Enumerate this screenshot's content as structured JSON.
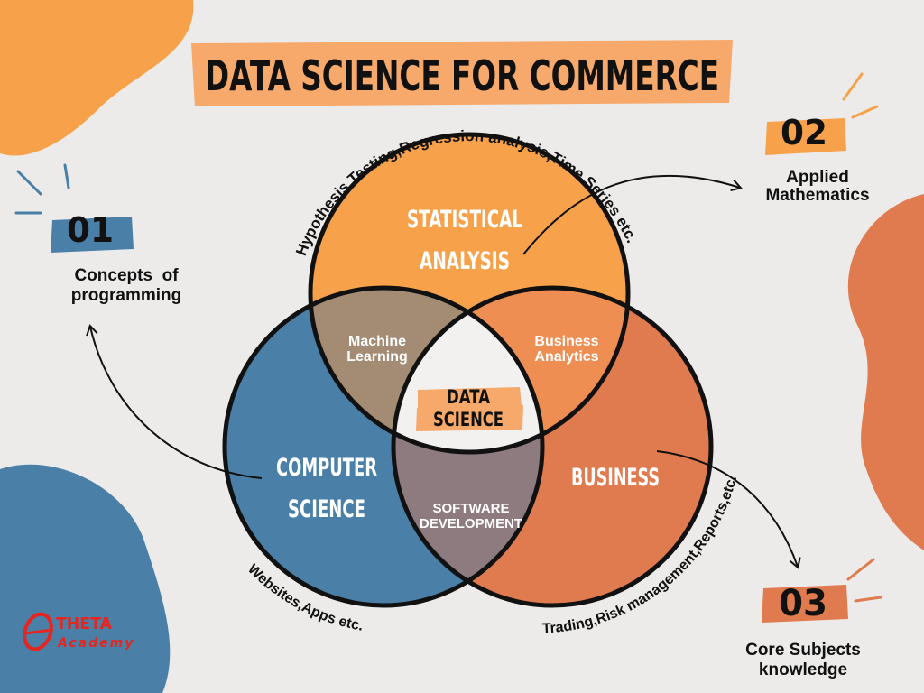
{
  "title": "DATA SCIENCE FOR COMMERCE",
  "colors": {
    "background": "#ecebe9",
    "orange": "#f7a24a",
    "blue": "#4a7fa8",
    "red_orange": "#e07a4f",
    "machine_learning": "#a48c74",
    "business_analytics": "#ef8e52",
    "software_development": "#8e7b7f",
    "center": "#f2f1ef",
    "outline": "#111111",
    "label_tag": "#f6a96b",
    "number_tag_blue": "#4a7fa8",
    "number_tag_orange": "#f7a24a"
  },
  "circles": {
    "statistical": {
      "line1": "STATISTICAL",
      "line2": "ANALYSIS"
    },
    "computer": {
      "line1": "COMPUTER",
      "line2": "SCIENCE"
    },
    "business": {
      "line1": "BUSINESS"
    }
  },
  "overlaps": {
    "machine_learning": {
      "line1": "Machine",
      "line2": "Learning"
    },
    "business_analytics": {
      "line1": "Business",
      "line2": "Analytics"
    },
    "software_development": {
      "line1": "SOFTWARE",
      "line2": "DEVELOPMENT"
    },
    "data_science": {
      "line1": "DATA",
      "line2": "SCIENCE"
    }
  },
  "arc_labels": {
    "statistical": "Hypothesis Testing,Regression analysis,Time Series etc.",
    "computer": "Websites,Apps etc.",
    "business": "Trading,Risk management,Reports,etc."
  },
  "callouts": [
    {
      "number": "01",
      "line1": "Concepts  of",
      "line2": "programming"
    },
    {
      "number": "02",
      "line1": "Applied",
      "line2": "Mathematics"
    },
    {
      "number": "03",
      "line1": "Core Subjects",
      "line2": "knowledge"
    }
  ],
  "logo": {
    "line1": "THETA",
    "line2": "Academy",
    "color": "#e3261f"
  }
}
